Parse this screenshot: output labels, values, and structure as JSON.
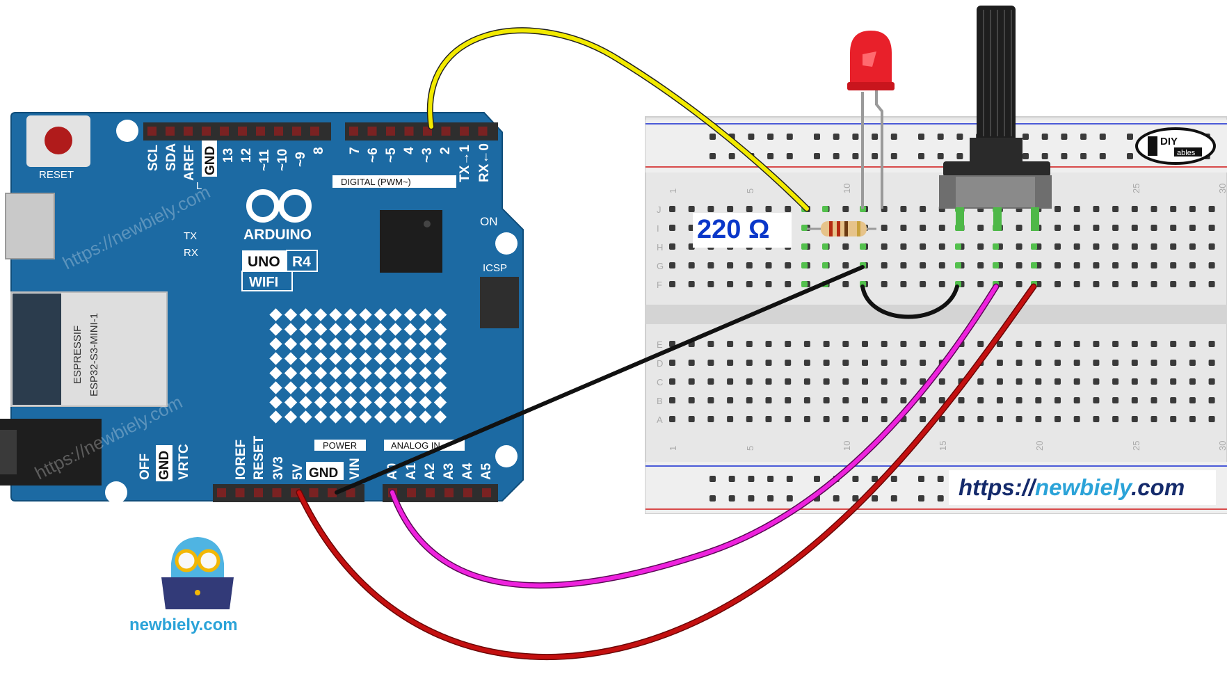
{
  "resistor": {
    "label": "220 Ω"
  },
  "credit": {
    "prefix": "https://",
    "site": "newbiely",
    "suffix": ".com"
  },
  "mascot": {
    "caption": "newbiely.com"
  },
  "watermark": {
    "text": "https://newbiely.com"
  },
  "brand_logo": {
    "text_top": "DIY",
    "text_bottom": "ables"
  },
  "arduino": {
    "reset": "RESET",
    "brand": "ARDUINO",
    "model": "UNO",
    "revision": "R4",
    "variant": "WIFI",
    "digital_header": "DIGITAL (PWM~)",
    "digital_pins": [
      "SCL",
      "SDA",
      "AREF",
      "GND",
      "13",
      "12",
      "~11",
      "~10",
      "~9",
      "8",
      "7",
      "~6",
      "~5",
      "4",
      "~3",
      "2",
      "TX→1",
      "RX←0"
    ],
    "module_brand": "ESPRESSIF",
    "module_name": "ESP32-S3-MINI-1",
    "on": "ON",
    "icsp": "ICSP",
    "tx": "TX",
    "rx": "RX",
    "l": "L",
    "power_header": "POWER",
    "analog_header": "ANALOG IN",
    "power_pins": [
      "IOREF",
      "RESET",
      "3V3",
      "5V",
      "GND",
      "VIN"
    ],
    "analog_pins": [
      "A0",
      "A1",
      "A2",
      "A3",
      "A4",
      "A5"
    ],
    "left_pins": [
      "OFF",
      "GND",
      "VRTC"
    ]
  },
  "breadboard": {
    "rows_top": [
      "J",
      "I",
      "H",
      "G",
      "F"
    ],
    "rows_bottom": [
      "E",
      "D",
      "C",
      "B",
      "A"
    ],
    "col_numbers": [
      "1",
      "5",
      "10",
      "15",
      "20",
      "25",
      "30"
    ]
  },
  "colors": {
    "board": "#1c6aa3",
    "wire_signal_pwm": "#f2ea00",
    "wire_gnd": "#111111",
    "wire_analog": "#ee22dd",
    "wire_5v": "#c41010",
    "led": "#e8202a",
    "accent_blue": "#0a37c9",
    "accent_cyan": "#2ba3d8"
  }
}
